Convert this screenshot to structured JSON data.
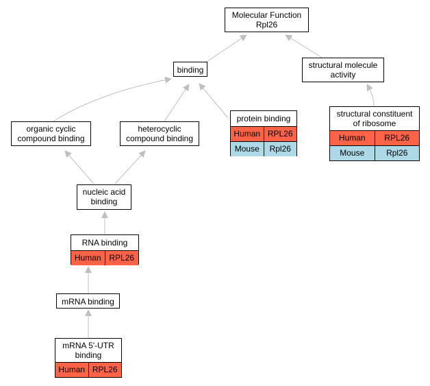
{
  "colors": {
    "human_fill": "#ff6347",
    "mouse_fill": "#add8e6",
    "edge": "#bfbfbf",
    "node_border": "#000000"
  },
  "nodes": {
    "molecular_function": {
      "title": "Molecular Function\nRpl26"
    },
    "binding": {
      "title": "binding"
    },
    "structural_molecule_activity": {
      "title": "structural molecule\nactivity"
    },
    "organic_cyclic": {
      "title": "organic cyclic\ncompound binding"
    },
    "heterocyclic": {
      "title": "heterocyclic\ncompound binding"
    },
    "protein_binding": {
      "title": "protein binding",
      "rows": [
        {
          "species": "Human",
          "gene": "RPL26"
        },
        {
          "species": "Mouse",
          "gene": "Rpl26"
        }
      ]
    },
    "structural_constituent": {
      "title": "structural constituent\nof ribosome",
      "rows": [
        {
          "species": "Human",
          "gene": "RPL26"
        },
        {
          "species": "Mouse",
          "gene": "Rpl26"
        }
      ]
    },
    "nucleic_acid": {
      "title": "nucleic acid\nbinding"
    },
    "rna_binding": {
      "title": "RNA binding",
      "rows": [
        {
          "species": "Human",
          "gene": "RPL26"
        }
      ]
    },
    "mrna_binding": {
      "title": "mRNA binding"
    },
    "mrna_5utr": {
      "title": "mRNA 5'-UTR\nbinding",
      "rows": [
        {
          "species": "Human",
          "gene": "RPL26"
        }
      ]
    }
  }
}
